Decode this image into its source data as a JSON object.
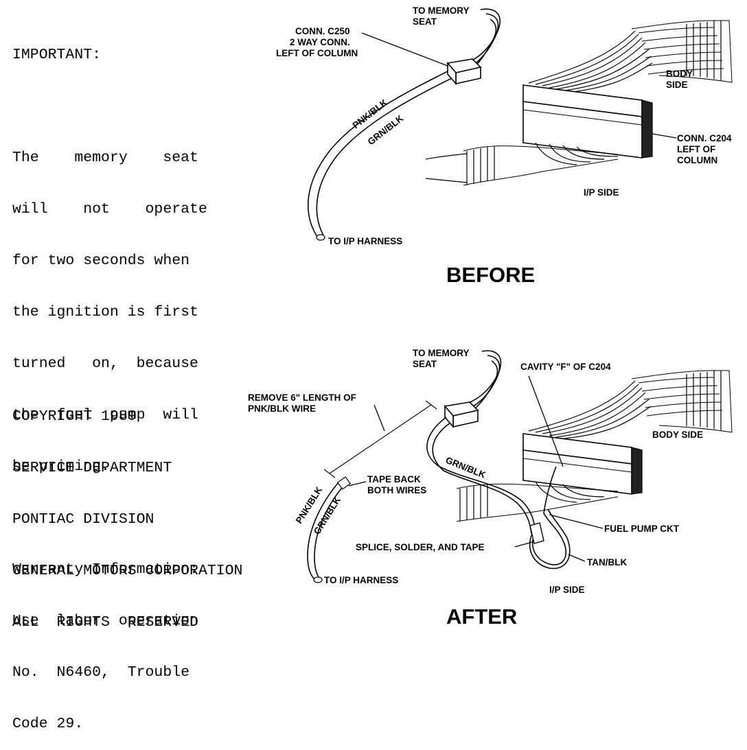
{
  "notes": {
    "important": [
      "IMPORTANT:",
      "",
      "The    memory    seat",
      "will    not    operate",
      "for two seconds when",
      "the ignition is first",
      "turned   on,  because",
      "the  fuel  pump  will",
      "be priming.",
      "",
      "Warranty Information:",
      "Use  labor  operation",
      "No.  N6460,  Trouble",
      "Code 29."
    ],
    "copyright": [
      "COPYRIGHT 1989",
      "SERVICE DEPARTMENT",
      "PONTIAC DIVISION",
      "GENERAL MOTORS CORPORATION",
      "ALL  RIGHTS  RESERVED"
    ]
  },
  "before": {
    "title": "BEFORE",
    "to_memory_seat": [
      "TO MEMORY",
      "SEAT"
    ],
    "conn_c250": [
      "CONN. C250",
      "2 WAY CONN.",
      "LEFT OF COLUMN"
    ],
    "pnk_blk": "PNK/BLK",
    "grn_blk": "GRN/BLK",
    "to_ip_harness": "TO I/P HARNESS",
    "body_side": [
      "BODY",
      "SIDE"
    ],
    "conn_c204": [
      "CONN. C204",
      "LEFT OF",
      "COLUMN"
    ],
    "ip_side": "I/P SIDE"
  },
  "after": {
    "title": "AFTER",
    "to_memory_seat": [
      "TO MEMORY",
      "SEAT"
    ],
    "cavity_f": "CAVITY \"F\" OF C204",
    "remove_length": [
      "REMOVE 6\" LENGTH OF",
      "PNK/BLK WIRE"
    ],
    "body_side": "BODY SIDE",
    "grn_blk": "GRN/BLK",
    "tape_back": [
      "TAPE BACK",
      "BOTH WIRES"
    ],
    "pnk_blk": "PNK/BLK",
    "grn_blk_2": "GRN/BLK",
    "fuel_pump_ckt": "FUEL PUMP CKT",
    "splice": "SPLICE, SOLDER, AND TAPE",
    "tan_blk": "TAN/BLK",
    "to_ip_harness": "TO I/P HARNESS",
    "ip_side": "I/P SIDE"
  }
}
